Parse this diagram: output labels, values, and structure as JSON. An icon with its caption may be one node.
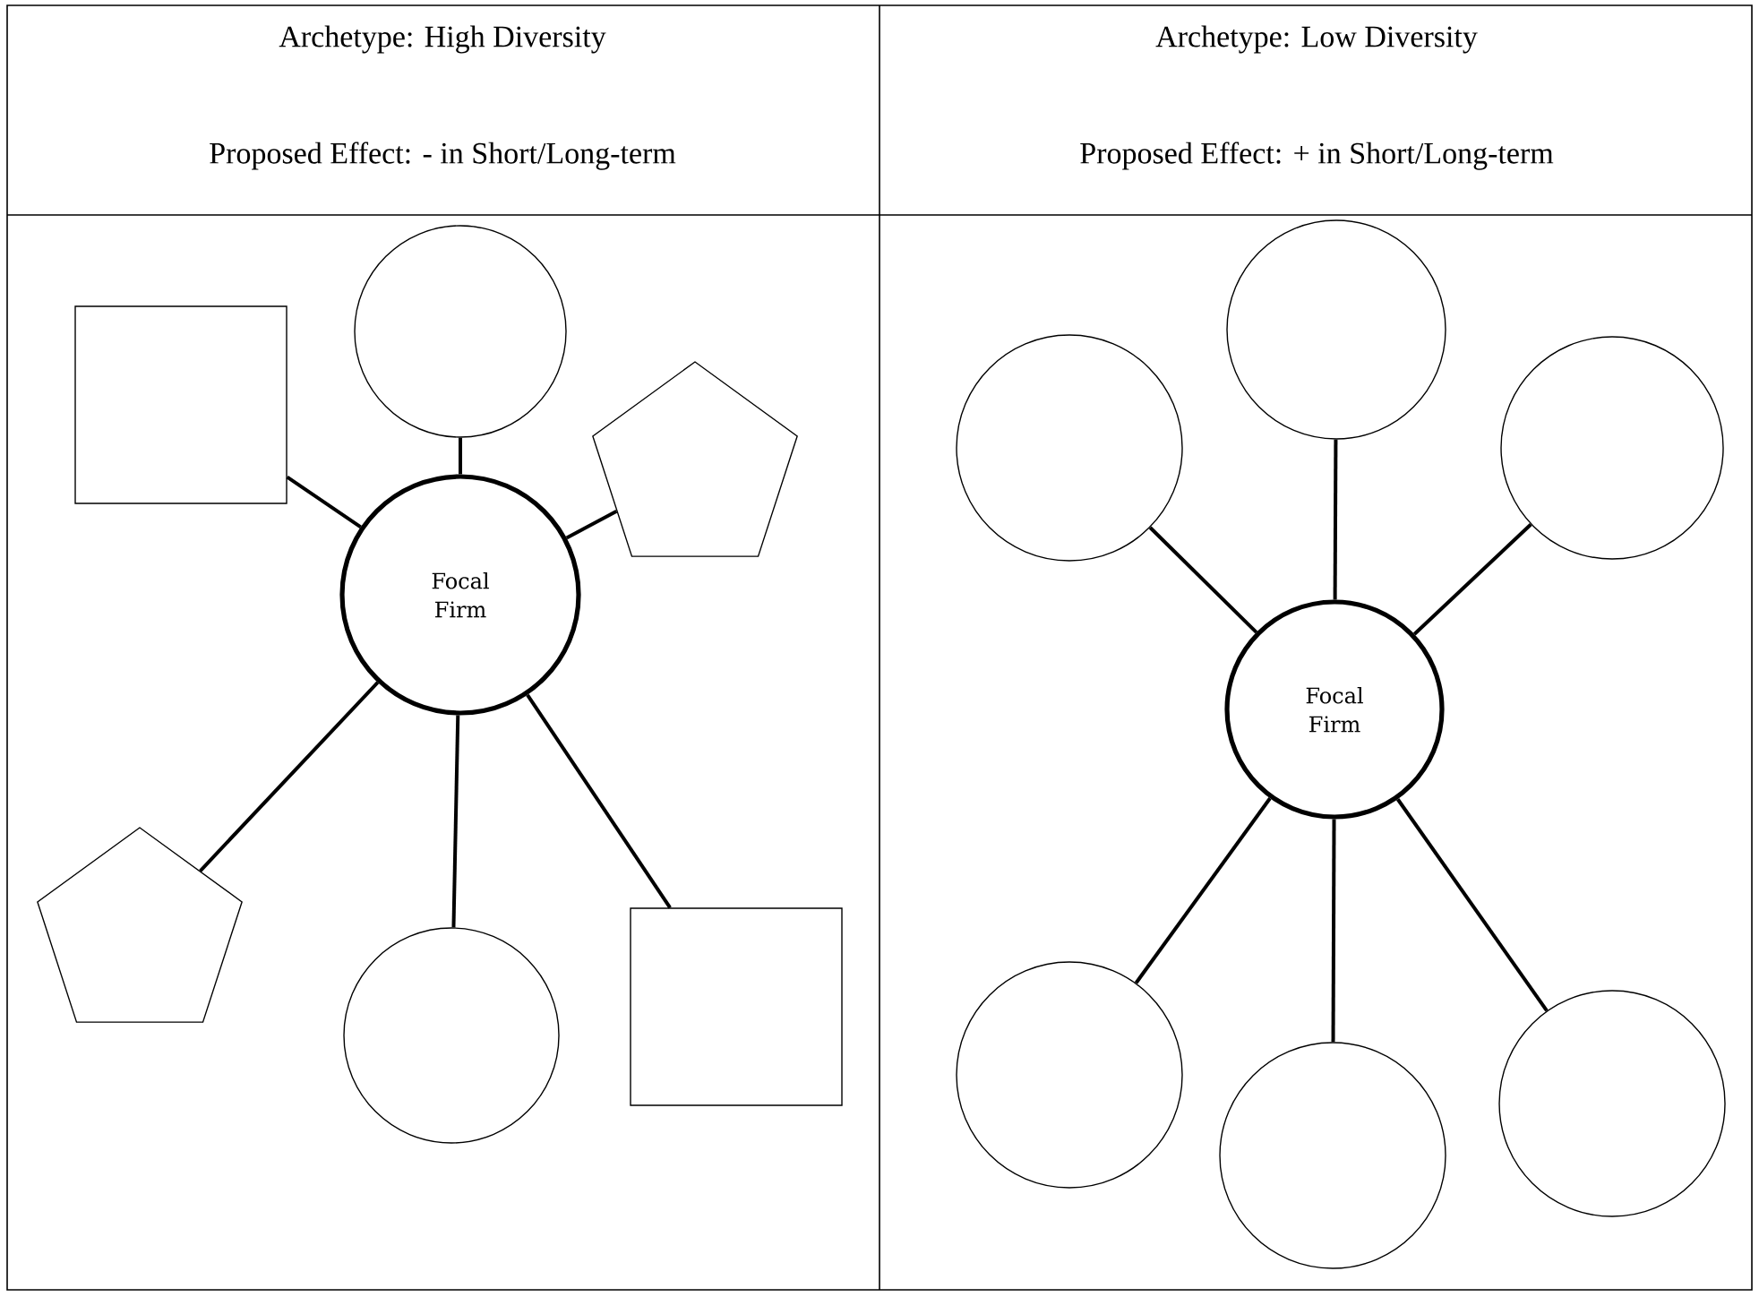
{
  "diagram": {
    "nodes": [
      {
        "text": [],
        "shape": "circle"
      },
      {
        "text": [],
        "shape": "box"
      },
      {
        "text": [],
        "shape": "pentagon"
      },
      {
        "text": [
          "Focal Firm"
        ]
      },
      {
        "text": [],
        "shape": "pentagon"
      },
      {
        "text": [],
        "shape": "circle"
      },
      {
        "text": [],
        "shape": "box"
      },
      {
        "text": [],
        "shape": "circle"
      },
      {
        "text": [],
        "shape": "circle"
      },
      {
        "text": [],
        "shape": "circle"
      },
      {
        "text": [
          "Focal Firm"
        ]
      },
      {
        "text": [],
        "shape": "circle"
      },
      {
        "text": [],
        "shape": "circle"
      },
      {
        "text": [],
        "shape": "circle"
      }
    ],
    "edges": [
      {
        "from": 3,
        "to": 0,
        "arrow": "none"
      },
      {
        "from": 3,
        "to": 1,
        "arrow": "none"
      },
      {
        "from": 3,
        "to": 2,
        "arrow": "none"
      },
      {
        "from": 3,
        "to": 4,
        "arrow": "none"
      },
      {
        "from": 3,
        "to": 5,
        "arrow": "none"
      },
      {
        "from": 3,
        "to": 6,
        "arrow": "none"
      },
      {
        "from": 10,
        "to": 7,
        "arrow": "none"
      },
      {
        "from": 10,
        "to": 8,
        "arrow": "none"
      },
      {
        "from": 10,
        "to": 9,
        "arrow": "none"
      },
      {
        "from": 10,
        "to": 11,
        "arrow": "none"
      },
      {
        "from": 10,
        "to": 12,
        "arrow": "none"
      },
      {
        "from": 10,
        "to": 13,
        "arrow": "none"
      }
    ],
    "labels": [
      "Archetype: High Diversity",
      "Archetype: Low Diversity",
      "Proposed Effect: - in Short/Long-term",
      "Proposed Effect: + in Short/Long-term"
    ]
  }
}
